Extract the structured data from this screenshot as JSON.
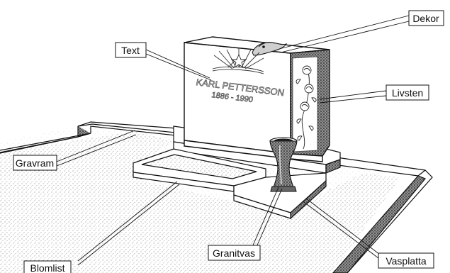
{
  "diagram": {
    "engraving": {
      "name": "KARL PETTERSSON",
      "years": "1886 - 1990"
    },
    "labels": {
      "dekor": "Dekor",
      "text": "Text",
      "livsten": "Livsten",
      "gravram": "Gravram",
      "granitvas": "Granitvas",
      "blomlist": "Blomlist",
      "vasplatta": "Vasplatta"
    }
  }
}
